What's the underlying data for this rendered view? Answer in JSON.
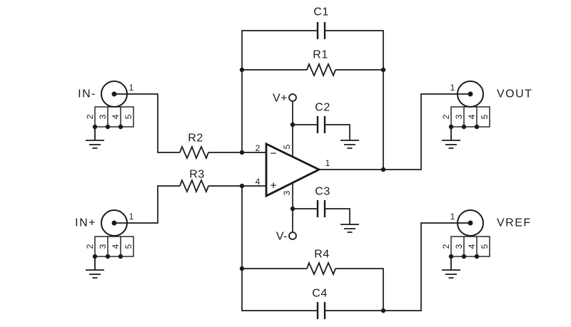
{
  "schematic": {
    "background": "#ffffff",
    "ink": "#1a1a1a",
    "labels": {
      "c1": "C1",
      "r1": "R1",
      "c2": "C2",
      "c3": "C3",
      "r2": "R2",
      "r3": "R3",
      "r4": "R4",
      "c4": "C4",
      "vplus": "V+",
      "vminus": "V-"
    },
    "opamp": {
      "pin_output": "1",
      "pin_inverting": "2",
      "pin_vminus_supply": "3",
      "pin_noninverting": "4",
      "pin_vplus_supply": "5",
      "inverting_sign": "−",
      "noninverting_sign": "+"
    },
    "connectors": {
      "in_minus": {
        "label": "IN-",
        "pin1": "1",
        "shield_pins": [
          "2",
          "3",
          "4",
          "5"
        ]
      },
      "in_plus": {
        "label": "IN+",
        "pin1": "1",
        "shield_pins": [
          "2",
          "3",
          "4",
          "5"
        ]
      },
      "vout": {
        "label": "VOUT",
        "pin1": "1",
        "shield_pins": [
          "2",
          "3",
          "4",
          "5"
        ]
      },
      "vref": {
        "label": "VREF",
        "pin1": "1",
        "shield_pins": [
          "2",
          "3",
          "4",
          "5"
        ]
      }
    }
  }
}
